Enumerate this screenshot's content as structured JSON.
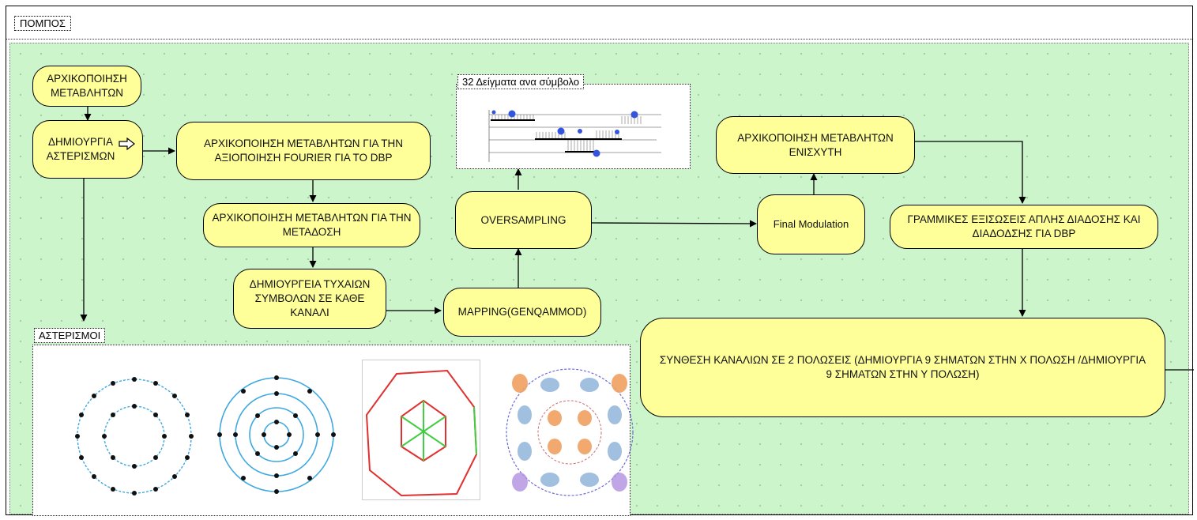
{
  "pool": {
    "label": "ΠΟΜΠΟΣ"
  },
  "nodes": {
    "init_vars": "ΑΡΧΙΚΟΠΟΙΗΣΗ ΜΕΤΑΒΛΗΤΩΝ",
    "create_const": "ΔΗΜΙΟΥΡΓΙΑ ΑΣΤΕΡΙΣΜΩΝ",
    "init_fourier": "ΑΡΧΙΚΟΠΟΙΗΣΗ ΜΕΤΑΒΛΗΤΩΝ ΓΙΑ ΤΗΝ ΑΞΙΟΠΟΙΗΣΗ FOURIER ΓΙΑ ΤΟ DBP",
    "init_tx": "ΑΡΧΙΚΟΠΟΙΗΣΗ ΜΕΤΑΒΛΗΤΩΝ ΓΙΑ ΤΗΝ ΜΕΤΑΔΟΣΗ",
    "rand_symbols": "ΔΗΜΙΟΥΡΓΕΙΑ ΤΥΧΑΙΩΝ ΣΥΜΒΟΛΩΝ ΣΕ ΚΑΘΕ ΚΑΝΑΛΙ",
    "mapping": "MAPPING(GENQAMMOD)",
    "oversampling": "OVERSAMPLING",
    "final_mod": "Final Modulation",
    "init_amp": "ΑΡΧΙΚΟΠΟΙΗΣΗ ΜΕΤΑΒΛΗΤΩΝ ΕΝΙΣΧΥΤΗ",
    "linear_eq": "ΓΡΑΜΜΙΚΕΣ ΕΞΙΣΩΣΕΙΣ ΑΠΛΗΣ ΔΙΑΔΟΣΗΣ ΚΑΙ ΔΙΑΔΟΔΣΗΣ ΓΙΑ DBP",
    "synthesis": "ΣΥΝΘΕΣΗ ΚΑΝΑΛΙΩΝ ΣΕ 2 ΠΟΛΩΣΕΙΣ (ΔΗΜΙΟΥΡΓΙΑ 9 ΣΗΜΑΤΩΝ ΣΤΗΝ Χ ΠΟΛΩΣΗ /ΔΗΜΙΟΥΡΓΙΑ 9 ΣΗΜΑΤΩΝ ΣΤΗΝ Υ ΠΟΛΩΣΗ)"
  },
  "groups": {
    "samples": "32 Δείγματα ανα σύμβολο",
    "constellations": "ΑΣΤΕΡΙΣΜΟΙ"
  },
  "icons": {
    "subprocess": "subprocess-arrow-icon"
  },
  "colors": {
    "lane": "#ccf5cc",
    "node": "#ffff99",
    "node_border": "#000000"
  }
}
